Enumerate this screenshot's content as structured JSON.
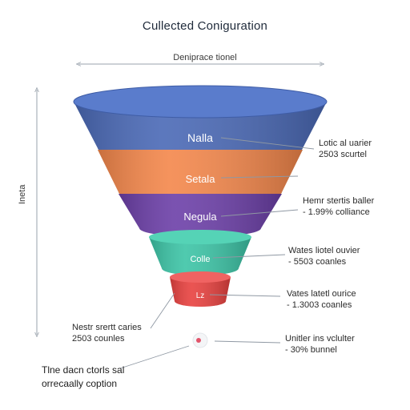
{
  "title": "Cullected Conigurаtion",
  "top_dimension_label": "Denipracе tionel",
  "side_dimension_label": "Ineta",
  "colors": {
    "blue": "#4a69b6",
    "orange": "#f4874b",
    "purple": "#6c3fa8",
    "teal": "#3cc4a6",
    "red": "#e8413f",
    "marker": "#e2546a"
  },
  "stages": [
    {
      "label": "Nalla",
      "color": "#4a69b6"
    },
    {
      "label": "Setala",
      "color": "#f4874b"
    },
    {
      "label": "Negula",
      "color": "#6c3fa8"
    },
    {
      "label": "Colle",
      "color": "#3cc4a6"
    },
    {
      "label": "Lz",
      "color": "#e8413f"
    }
  ],
  "annotations": {
    "a1": {
      "line1": "Lotic al uarier",
      "line2": "2503 scurtel"
    },
    "a2": {
      "line1": "Hemr stertis baller",
      "line2": "- 1.99% colliance"
    },
    "a3": {
      "line1": "Wates liotel ouvier",
      "line2": "- 5503 coanles"
    },
    "a4": {
      "line1": "Vates latetl ourice",
      "line2": "- 1.3003 coanles"
    },
    "a5": {
      "line1": "Unitler ins vclulter",
      "line2": "- 30% bunnel"
    },
    "left": {
      "line1": "Nestr srertt caries",
      "line2": "2503 counles"
    }
  },
  "footer": {
    "line1": "Tlne dacn ctorls sal",
    "line2": "orrecaally coption"
  }
}
